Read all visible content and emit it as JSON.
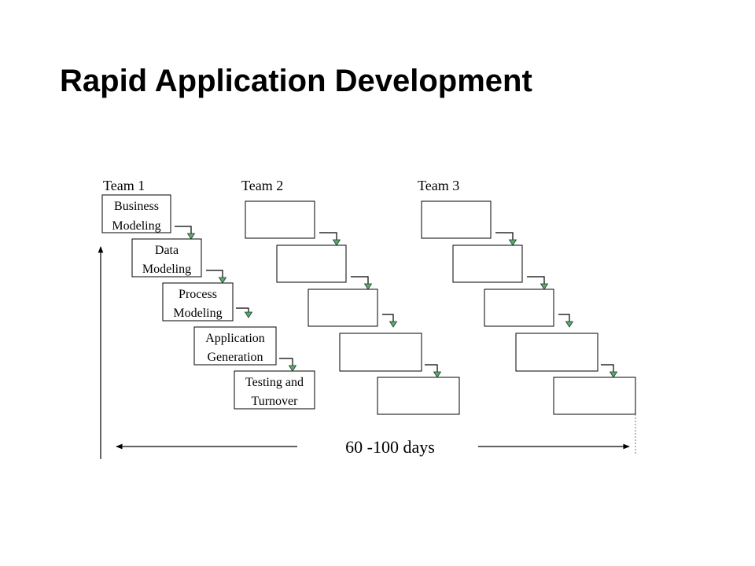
{
  "title": "Rapid Application Development",
  "teams": [
    {
      "label": "Team 1"
    },
    {
      "label": "Team 2"
    },
    {
      "label": "Team 3"
    }
  ],
  "phases": [
    {
      "lines": [
        "Business",
        "Modeling"
      ]
    },
    {
      "lines": [
        "Data",
        "Modeling"
      ]
    },
    {
      "lines": [
        "Process",
        "Modeling"
      ]
    },
    {
      "lines": [
        "Application",
        "Generation"
      ]
    },
    {
      "lines": [
        "Testing and",
        "Turnover"
      ]
    }
  ],
  "duration_label": "60 -100 days"
}
